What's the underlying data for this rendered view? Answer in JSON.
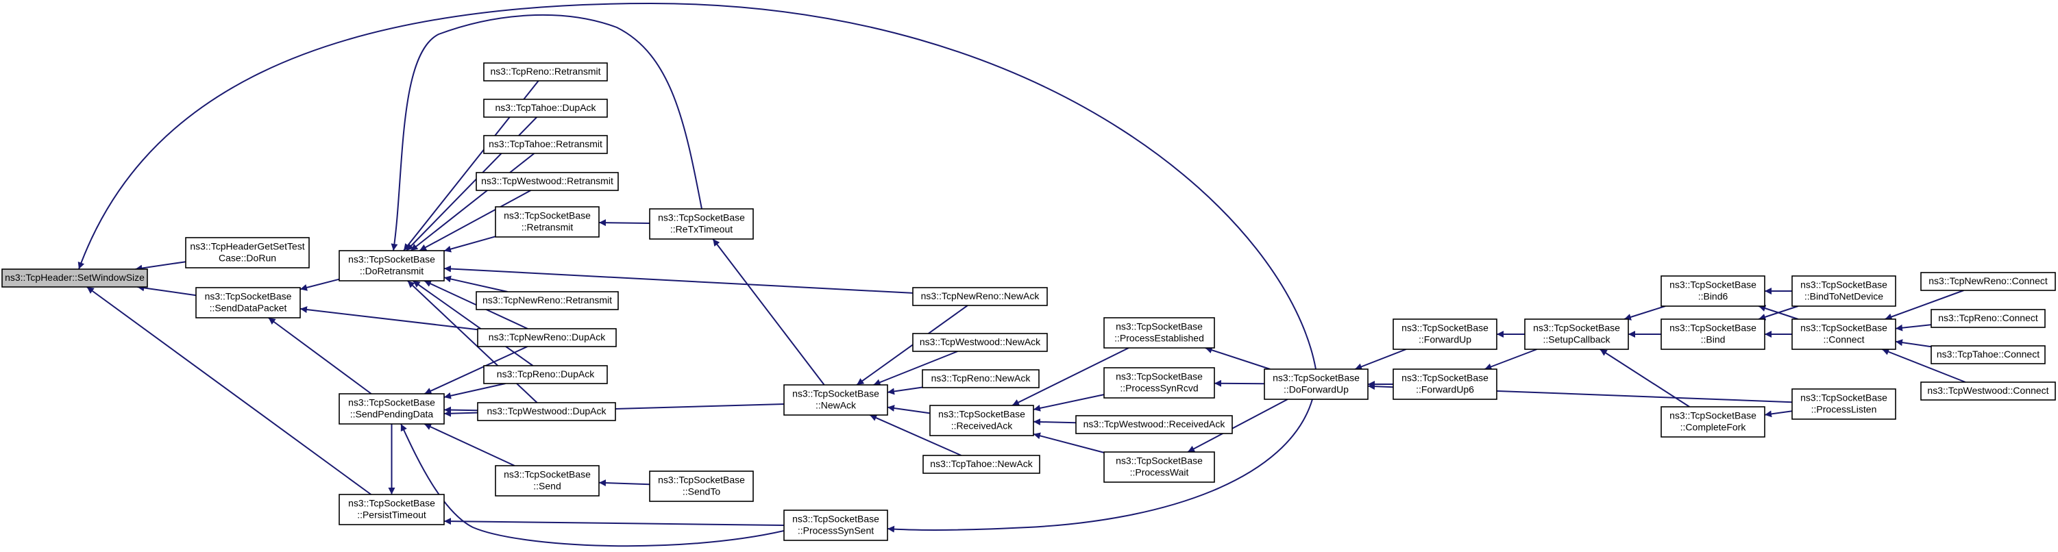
{
  "graph": {
    "colors": {
      "edge": "#191970",
      "root_fill": "#bfbfbf",
      "node_fill": "#ffffff",
      "node_border": "#000000"
    },
    "nodes": {
      "root": [
        "ns3::TcpHeader::SetWindowSize"
      ],
      "hdrtest": [
        "ns3::TcpHeaderGetSetTest",
        "Case::DoRun"
      ],
      "senddatapacket": [
        "ns3::TcpSocketBase",
        "::SendDataPacket"
      ],
      "persisttimeout": [
        "ns3::TcpSocketBase",
        "::PersistTimeout"
      ],
      "doretransmit": [
        "ns3::TcpSocketBase",
        "::DoRetransmit"
      ],
      "sendpendingdata": [
        "ns3::TcpSocketBase",
        "::SendPendingData"
      ],
      "reno_retransmit": [
        "ns3::TcpReno::Retransmit"
      ],
      "tahoe_dupack": [
        "ns3::TcpTahoe::DupAck"
      ],
      "tahoe_retransmit": [
        "ns3::TcpTahoe::Retransmit"
      ],
      "westwood_retransmit": [
        "ns3::TcpWestwood::Retransmit"
      ],
      "retransmit": [
        "ns3::TcpSocketBase",
        "::Retransmit"
      ],
      "newreno_retransmit": [
        "ns3::TcpNewReno::Retransmit"
      ],
      "newreno_dupack": [
        "ns3::TcpNewReno::DupAck"
      ],
      "reno_dupack": [
        "ns3::TcpReno::DupAck"
      ],
      "westwood_dupack": [
        "ns3::TcpWestwood::DupAck"
      ],
      "send": [
        "ns3::TcpSocketBase",
        "::Send"
      ],
      "rtxtimeout": [
        "ns3::TcpSocketBase",
        "::ReTxTimeout"
      ],
      "sendto": [
        "ns3::TcpSocketBase",
        "::SendTo"
      ],
      "newack": [
        "ns3::TcpSocketBase",
        "::NewAck"
      ],
      "processsynsent": [
        "ns3::TcpSocketBase",
        "::ProcessSynSent"
      ],
      "newreno_newack": [
        "ns3::TcpNewReno::NewAck"
      ],
      "westwood_newack": [
        "ns3::TcpWestwood::NewAck"
      ],
      "reno_newack": [
        "ns3::TcpReno::NewAck"
      ],
      "receivedack": [
        "ns3::TcpSocketBase",
        "::ReceivedAck"
      ],
      "tahoe_newack": [
        "ns3::TcpTahoe::NewAck"
      ],
      "processestablished": [
        "ns3::TcpSocketBase",
        "::ProcessEstablished"
      ],
      "processsynrcvd": [
        "ns3::TcpSocketBase",
        "::ProcessSynRcvd"
      ],
      "westwood_receivedack": [
        "ns3::TcpWestwood::ReceivedAck"
      ],
      "processwait": [
        "ns3::TcpSocketBase",
        "::ProcessWait"
      ],
      "doforwardup": [
        "ns3::TcpSocketBase",
        "::DoForwardUp"
      ],
      "forwardup": [
        "ns3::TcpSocketBase",
        "::ForwardUp"
      ],
      "forwardup6": [
        "ns3::TcpSocketBase",
        "::ForwardUp6"
      ],
      "setupcallback": [
        "ns3::TcpSocketBase",
        "::SetupCallback"
      ],
      "bind6": [
        "ns3::TcpSocketBase",
        "::Bind6"
      ],
      "bind": [
        "ns3::TcpSocketBase",
        "::Bind"
      ],
      "completefork": [
        "ns3::TcpSocketBase",
        "::CompleteFork"
      ],
      "bindtonetdevice": [
        "ns3::TcpSocketBase",
        "::BindToNetDevice"
      ],
      "connect": [
        "ns3::TcpSocketBase",
        "::Connect"
      ],
      "processlisten": [
        "ns3::TcpSocketBase",
        "::ProcessListen"
      ],
      "newreno_connect": [
        "ns3::TcpNewReno::Connect"
      ],
      "reno_connect": [
        "ns3::TcpReno::Connect"
      ],
      "tahoe_connect": [
        "ns3::TcpTahoe::Connect"
      ],
      "westwood_connect": [
        "ns3::TcpWestwood::Connect"
      ]
    },
    "edges": [
      [
        "hdrtest",
        "root"
      ],
      [
        "senddatapacket",
        "root"
      ],
      [
        "persisttimeout",
        "root"
      ],
      [
        "doforwardup",
        "root"
      ],
      [
        "doretransmit",
        "senddatapacket"
      ],
      [
        "sendpendingdata",
        "senddatapacket"
      ],
      [
        "newreno_dupack",
        "senddatapacket"
      ],
      [
        "sendpendingdata",
        "persisttimeout"
      ],
      [
        "processsynsent",
        "persisttimeout"
      ],
      [
        "reno_retransmit",
        "doretransmit"
      ],
      [
        "tahoe_dupack",
        "doretransmit"
      ],
      [
        "tahoe_retransmit",
        "doretransmit"
      ],
      [
        "westwood_retransmit",
        "doretransmit"
      ],
      [
        "retransmit",
        "doretransmit"
      ],
      [
        "newreno_retransmit",
        "doretransmit"
      ],
      [
        "newreno_dupack",
        "doretransmit"
      ],
      [
        "reno_dupack",
        "doretransmit"
      ],
      [
        "westwood_dupack",
        "doretransmit"
      ],
      [
        "newreno_newack",
        "doretransmit"
      ],
      [
        "rtxtimeout",
        "doretransmit"
      ],
      [
        "newreno_dupack",
        "sendpendingdata"
      ],
      [
        "reno_dupack",
        "sendpendingdata"
      ],
      [
        "westwood_dupack",
        "sendpendingdata"
      ],
      [
        "send",
        "sendpendingdata"
      ],
      [
        "newack",
        "sendpendingdata"
      ],
      [
        "processsynsent",
        "sendpendingdata"
      ],
      [
        "rtxtimeout",
        "retransmit"
      ],
      [
        "sendto",
        "send"
      ],
      [
        "newack",
        "rtxtimeout"
      ],
      [
        "newreno_newack",
        "newack"
      ],
      [
        "westwood_newack",
        "newack"
      ],
      [
        "reno_newack",
        "newack"
      ],
      [
        "receivedack",
        "newack"
      ],
      [
        "tahoe_newack",
        "newack"
      ],
      [
        "processestablished",
        "receivedack"
      ],
      [
        "processsynrcvd",
        "receivedack"
      ],
      [
        "westwood_receivedack",
        "receivedack"
      ],
      [
        "processwait",
        "receivedack"
      ],
      [
        "doforwardup",
        "processestablished"
      ],
      [
        "doforwardup",
        "processsynrcvd"
      ],
      [
        "doforwardup",
        "processwait"
      ],
      [
        "doforwardup",
        "processsynsent"
      ],
      [
        "forwardup",
        "doforwardup"
      ],
      [
        "forwardup6",
        "doforwardup"
      ],
      [
        "processlisten",
        "doforwardup"
      ],
      [
        "setupcallback",
        "forwardup"
      ],
      [
        "setupcallback",
        "forwardup6"
      ],
      [
        "bind6",
        "setupcallback"
      ],
      [
        "bind",
        "setupcallback"
      ],
      [
        "completefork",
        "setupcallback"
      ],
      [
        "bindtonetdevice",
        "bind6"
      ],
      [
        "connect",
        "bind6"
      ],
      [
        "bindtonetdevice",
        "bind"
      ],
      [
        "connect",
        "bind"
      ],
      [
        "processlisten",
        "completefork"
      ],
      [
        "newreno_connect",
        "connect"
      ],
      [
        "reno_connect",
        "connect"
      ],
      [
        "tahoe_connect",
        "connect"
      ],
      [
        "westwood_connect",
        "connect"
      ]
    ]
  }
}
